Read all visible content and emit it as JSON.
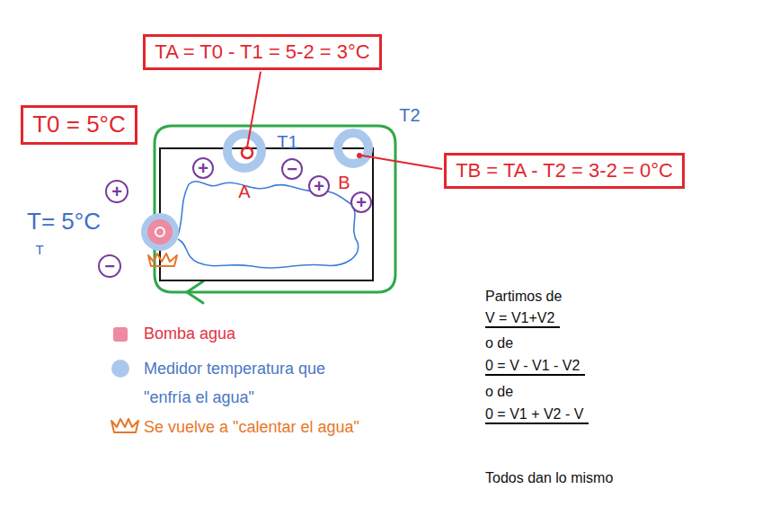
{
  "diagram": {
    "nodes": [
      {
        "text": [
          "TA = T0 - T1 = 5-2 = 3°C"
        ]
      },
      {
        "text": [
          "T0 = 5°C"
        ]
      },
      {
        "text": [
          "TB = TA - T2 = 3-2 = 0°C"
        ]
      },
      {
        "text": [
          "+"
        ]
      },
      {
        "text": [
          "−"
        ]
      },
      {
        "text": [
          "+"
        ]
      },
      {
        "text": [
          "+"
        ]
      },
      {
        "text": [
          "+"
        ]
      },
      {
        "text": [
          "−"
        ]
      }
    ],
    "labels": [
      "T1",
      "T2",
      "A",
      "B",
      "T= 5°C",
      "T",
      "Partimos de",
      "V = V1+V2",
      "o de",
      "0 = V - V1 - V2",
      "o de",
      "0 = V1 + V2 - V",
      "Todos dan lo mismo"
    ],
    "legend": [
      {
        "text": "Bomba agua",
        "color": "#ee8aa2"
      },
      {
        "text": "Medidor temperatura que \"enfría el agua\"",
        "color": "#aac8ec"
      },
      {
        "text": "Se vuelve a \"calentar el agua\""
      }
    ]
  }
}
